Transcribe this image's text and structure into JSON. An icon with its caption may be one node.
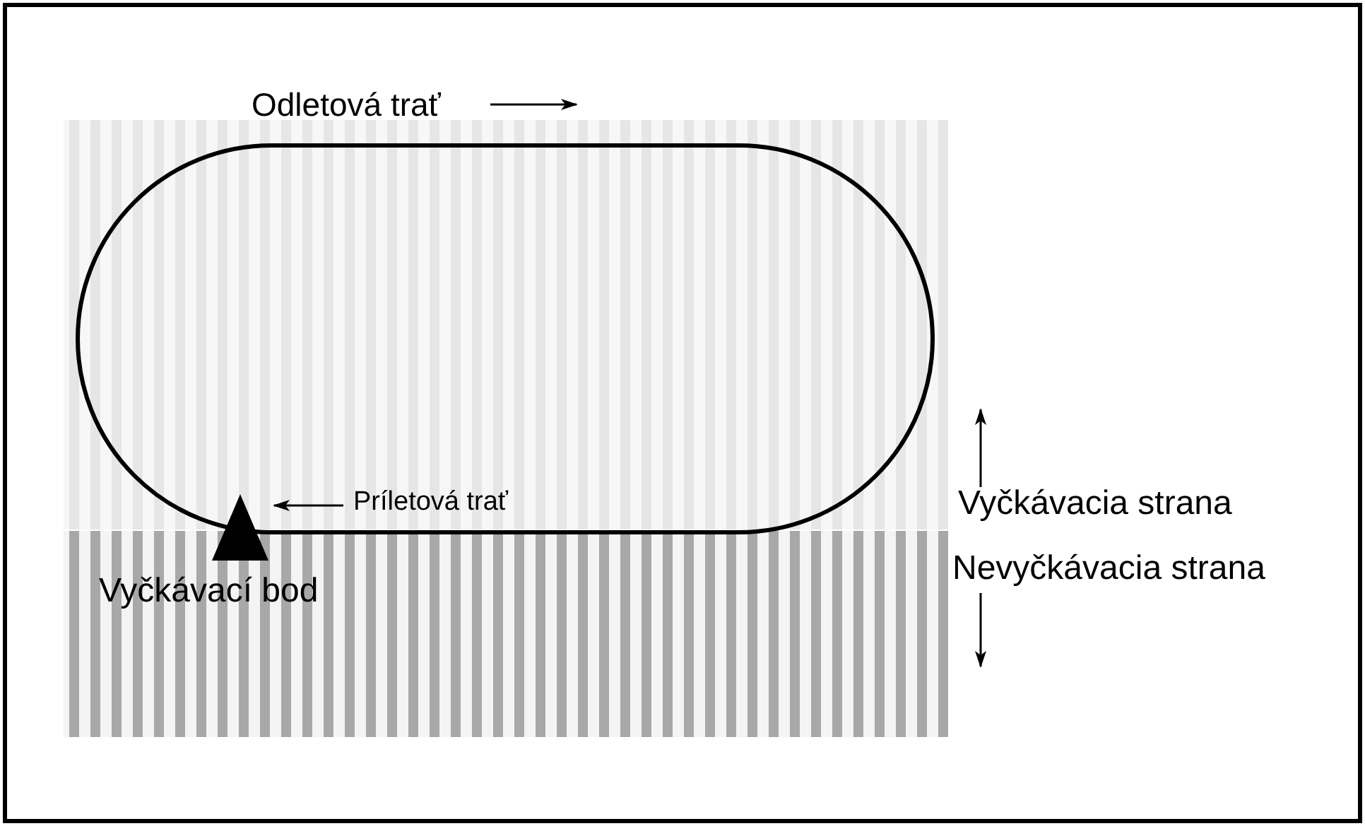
{
  "diagram": {
    "labels": [
      "Odletová trať",
      "Príletová trať",
      "Vyčkávací bod",
      "Vyčkávacia strana",
      "Nevyčkávacia strana"
    ]
  }
}
